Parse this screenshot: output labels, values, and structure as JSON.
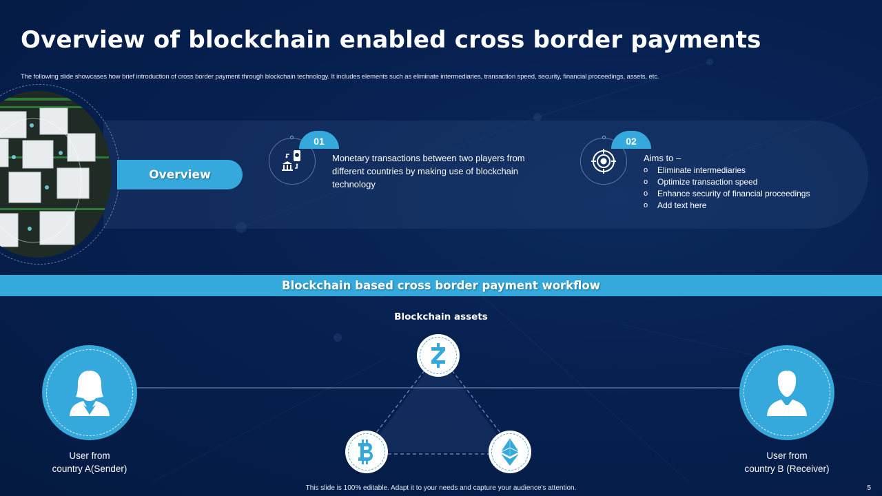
{
  "slide": {
    "title": "Overview of blockchain enabled cross border payments",
    "subtitle": "The following slide showcases how brief introduction of cross border payment through blockchain technology. It includes elements such as eliminate intermediaries, transaction speed, security, financial proceedings, assets, etc.",
    "page_number": "5",
    "footer_note": "This slide is 100% editable. Adapt it to your needs and capture your audience's attention."
  },
  "overview": {
    "label": "Overview",
    "image_icon": "blockchain-cubes-photo",
    "items": [
      {
        "number": "01",
        "icon": "bank-mobile-transfer-icon",
        "text": "Monetary transactions between two players from different countries by making use of blockchain technology"
      },
      {
        "number": "02",
        "icon": "target-icon",
        "heading": "Aims to –",
        "bullet_glyph": "o",
        "bullets": [
          "Eliminate intermediaries",
          "Optimize transaction speed",
          "Enhance security of financial proceedings",
          "Add text here"
        ]
      }
    ]
  },
  "workflow": {
    "title": "Blockchain based cross border payment workflow",
    "assets_label": "Blockchain assets",
    "sender": {
      "icon": "female-user-icon",
      "label_line1": "User from",
      "label_line2": "country A(Sender)"
    },
    "receiver": {
      "icon": "male-user-icon",
      "label_line1": "User from",
      "label_line2": "country B (Receiver)"
    },
    "assets": [
      {
        "name": "zcash",
        "icon": "zcash-icon"
      },
      {
        "name": "bitcoin",
        "icon": "bitcoin-icon"
      },
      {
        "name": "ethereum",
        "icon": "ethereum-icon"
      }
    ]
  },
  "colors": {
    "background": "#06204f",
    "accent": "#35a9dc",
    "text": "#ffffff",
    "panel": "#1c3a6a"
  }
}
